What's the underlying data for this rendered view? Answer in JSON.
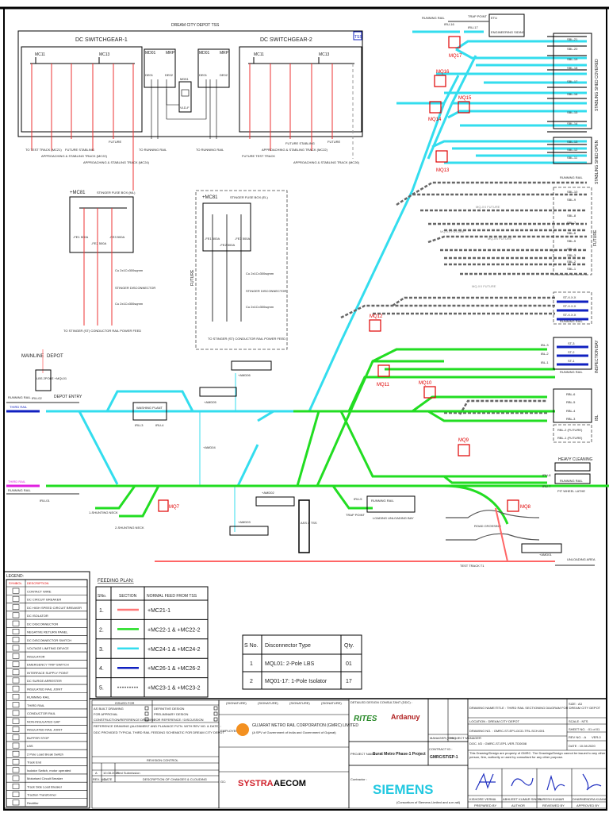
{
  "tss": {
    "title": "DREAM CITY DEPOT TSS",
    "badge": "TSS",
    "sg1": "DC SWITCHGEAR-1",
    "sg2": "DC SWITCHGEAR-2",
    "sg1_breakers": [
      "MC11",
      "MC13"
    ],
    "sg2_breakers": [
      "MC11",
      "MC13"
    ],
    "md01": "MD01",
    "mrp": "MRP",
    "md51": "MD51",
    "vld": "VLD-F",
    "de": [
      "DE01",
      "DE02"
    ],
    "sg1_feeders": [
      "TO TEST TRACK (MC21)",
      "APPROACHING & STABLING TRACK (MC22)",
      "FUTURE STABLING",
      "APPROACHING & STABLING TRACK (MC24)",
      "FUTURE"
    ],
    "running_rail": [
      "TO RUNNING RAIL",
      "TO RUNNING RAIL"
    ],
    "sg2_feeders": [
      "FUTURE TEST TRACK",
      "APPROACHING & STABLING TRACK (MC22)",
      "FUTURE STABLING",
      "APPROACHING & STABLING TRACK (MC26)",
      "FUTURE"
    ]
  },
  "stinger": {
    "left_title": "+MC81",
    "left_box": "STINGER FUSE BOX (ML)",
    "fuses": [
      "-FE1 500A",
      "-FE2 500A",
      "-FE3 500A"
    ],
    "cable1": "Cu 2x1Cx300sqmm",
    "disconnector": "STINGER DISCONNECTOR",
    "cable2": "Cu 2x1Cx300sqmm",
    "left_feed": "TO STINGER (ST) CONDUCTOR RAIL POWER FEED",
    "right_title": "+MC81",
    "right_box": "STINGER FUSE BOX (EL)",
    "future": "FUTURE",
    "right_feed": "TO STINGER (ST) CONDUCTOR RAIL POWER FEED"
  },
  "layout": {
    "mainline": "MAINLINE",
    "depot": "DEPOT",
    "lbs": "LBS 2POLE +MQL01",
    "depot_entry": "DEPOT ENTRY",
    "running_rail": "RUNNING RAIL",
    "third_rail": "THIRD RAIL",
    "washing_plant": "WASHING PLANT",
    "shunting1": "1-SHUNTING NECK",
    "shunting2": "2-SHUNTING NECK",
    "ass": "ASS & TSS",
    "trap_point": "TRAP POINT",
    "loading": "LOADING UNLOADING BAY",
    "road_crossing": "ROAD CROSSING",
    "test_track": "TEST TRACK T1",
    "unloading_area": "UNLOADING AREA",
    "heavy_cleaning": "HEAVY CLEANING",
    "pit_wheel": "PIT WHEEL LATHE",
    "engineering_siding": "ENGINEERING SIDING",
    "etu": "ETU",
    "stabling_covered": "STABLING SHED COVERED",
    "stabling_open": "STABLING SHED OPEN",
    "future": "FUTURE",
    "inspection_bay": "INSPECTION BAY",
    "ibl": "IBL",
    "md_labels": [
      "MQ17",
      "MQ16",
      "MQ15",
      "MQ14",
      "MQ13",
      "MQ12",
      "MQ11",
      "MQ10",
      "MQ9",
      "MQ8",
      "MQ7"
    ],
    "md_future": "MQ-XX FUTURE",
    "amd": [
      "+AMD01",
      "+AMD02",
      "+AMD03",
      "+AMD04",
      "+AMD05",
      "+AMD06"
    ],
    "sbl_covered": [
      "SBL-21",
      "SBL-20",
      "SBL-19",
      "SBL-18",
      "SBL-17",
      "SBL-16",
      "SBL-15",
      "SBL-14"
    ],
    "sbl_open": [
      "SBL-13",
      "SBL-12",
      "SBL-11"
    ],
    "sbl_future": [
      "SBL-10",
      "SBL-9",
      "SBL-8",
      "SBL-7",
      "SBL-6",
      "SBL-5",
      "SBL-4",
      "SBL-3",
      "SBL-2",
      "SBL-1"
    ],
    "st_future": [
      "ST-X.X.X",
      "ST-X.X.X",
      "ST-X.X.X"
    ],
    "st": [
      "ST-3",
      "ST-2",
      "ST-1"
    ],
    "bl": [
      "IBL-3",
      "IBL-2",
      "IBL-1"
    ],
    "rbl": [
      "RBL-6",
      "RBL-5",
      "RBL-4",
      "RBL-3",
      "RBL-2 (FUTURE)",
      "RBL-1 (FUTURE)"
    ],
    "iru": [
      "IRU-01",
      "IRU-02",
      "IRU-3",
      "IRU-4",
      "IRU-5",
      "IRU-7",
      "IRU-8",
      "IRU-16",
      "IRU-17"
    ],
    "to": "TO"
  },
  "legend": {
    "title": "LEGEND:",
    "headers": [
      "SYMBOL",
      "DESCRIPTION"
    ],
    "rows": [
      "CONTACT WIRE",
      "DC CIRCUIT BREAKER",
      "DC HIGH SPEED CIRCUIT BREAKER",
      "DC ISOLATOR",
      "DC DISCONNECTOR",
      "NEGATIVE RETURN PANEL",
      "DC DISCONNECTOR SWITCH",
      "VOLTAGE LIMITING DEVICE",
      "INSULATOR",
      "EMERGENCY TRIP SWITCH",
      "INTERFACE SUPPLY POINT",
      "DC SURGE ARRESTER",
      "INSULATED RAIL JOINT",
      "RUNNING RAIL",
      "THIRD RAIL",
      "CONDUCTOR RAIL",
      "NON-INSULATED GAP",
      "INSULATED RAIL JOINT",
      "BUFFER STOP",
      "LBS",
      "2 Pole Load Break Switch",
      "Track End",
      "Isolator Switch, motor operated",
      "Motorised Circuit Breaker",
      "Track Side Load Breaker",
      "Traction Transformer",
      "Rectifier"
    ]
  },
  "feeding_plan": {
    "title": "FEEDING PLAN:",
    "headers": [
      "SNo.",
      "SECTION",
      "NORMAL FEED FROM TSS"
    ],
    "rows": [
      {
        "sno": "1.",
        "color": "#ff7777",
        "style": "solid",
        "feed": "+MC21-1"
      },
      {
        "sno": "2.",
        "color": "#22dd22",
        "style": "solid",
        "feed": "+MC22-1 & +MC22-2"
      },
      {
        "sno": "3.",
        "color": "#33ddee",
        "style": "solid",
        "feed": "+MC24-1 & +MC24-2"
      },
      {
        "sno": "4.",
        "color": "#1020c0",
        "style": "solid",
        "feed": "+MC26-1 & +MC26-2"
      },
      {
        "sno": "5.",
        "color": "#666666",
        "style": "dashed",
        "feed": "+MC23-1 & +MC23-2"
      }
    ]
  },
  "disconnectors": {
    "headers": [
      "S No.",
      "Disconnector Type",
      "Qty."
    ],
    "rows": [
      {
        "sno": "1",
        "type": "MQL01: 2-Pole LBS",
        "qty": "01"
      },
      {
        "sno": "2",
        "type": "MQ01-17: 1-Pole Isolator",
        "qty": "17"
      }
    ]
  },
  "title_block": {
    "issued_for": "ISSUED FOR",
    "options": [
      "AS BUILT DRAWING",
      "FOR APPROVAL",
      "CONSTRUCTION/REFERENCE DRAWING",
      "DEFINITIVE DESIGN",
      "PRELIMINARY DESIGN",
      "FOR REFERENCE / DISCUSSION"
    ],
    "reference": "REFERENCE DRAWING (ALIGNMENT AND PLAN/ACE PLTN. WITH REV NO. & DATE) :",
    "reference_text": "DDC PROVIDED TYPICAL THIRD RAIL FEEDING SCHEMATIC FOR DREAM CITY DEPOT",
    "revision_control": "REVISION CONTROL",
    "rev": {
      "no": "A",
      "date": "10.08.2020",
      "desc": "First Submission"
    },
    "rev_headers": [
      "REV. NO.",
      "DATE",
      "DESCRIPTION OF CHANGES & CLOUDING"
    ],
    "employer_label": "EMPLOYER",
    "employer": "GUJARAT METRO RAIL CORPORATION (GMRC) LIMITED",
    "employer_sub": "(A SPV of Government of India and Government of Gujarat)",
    "gc_label": "GC:",
    "gc_logos": [
      "SYSTRA",
      "AECOM"
    ],
    "ddc_label": "DETAILED DESIGN CONSULTANT (DDC) :",
    "ddc_logos": [
      "RITES",
      "Ardanuy"
    ],
    "project_label": "PROJECT NAME :",
    "project": "Surat Metro Phase-1 Project",
    "contract_label": "CONTRACT ID :",
    "contract": "GMRC/ST/EP-1",
    "contractor_label": "Contractor :",
    "contractor": "SIEMENS",
    "contractor_sub": "(Consortium of Siemens Limited and a.m.rail)",
    "drawing_title": "DRAWING NAME/TITLE : THIRD RAIL SECTIONING DIAGRAM FOR DREAM CITY DEPOT",
    "location": "LOCATION : DREAM CITY DEPOT",
    "drawing_no": "DRAWING NO. : GMRC-ST-EP1-DCD-TRL-SCH-001",
    "doc_id": "DOC. I/D : GMRC-ST-EP1-VER-TD0008",
    "size": "SIZE : A3",
    "scale": "SCALE : NTS",
    "sheet": "SHEET NO. : 01 of 01",
    "rev_no": "REV NO. : A",
    "ver": "VER-0",
    "date": "DATE : 10.08.2020",
    "copyright": "This Drawing/Design are property of GMRC. The Drawings/Design cannot be issued to any other person, firm, authority or used by consultant for any other purpose.",
    "names": [
      "KISHORE VERMA",
      "ABHIJEET KUMAR SINGH",
      "SURESH KUMAR",
      "DHARMENDRA KUMAR"
    ],
    "roles": [
      "PREPARED BY",
      "AUTHOR",
      "REVIEWED BY",
      "APPROVED BY"
    ],
    "sign": "(SIGNATURE)",
    "manager": "MANAGER (Elec.)",
    "project_manager": "PROJECT MANAGER"
  }
}
